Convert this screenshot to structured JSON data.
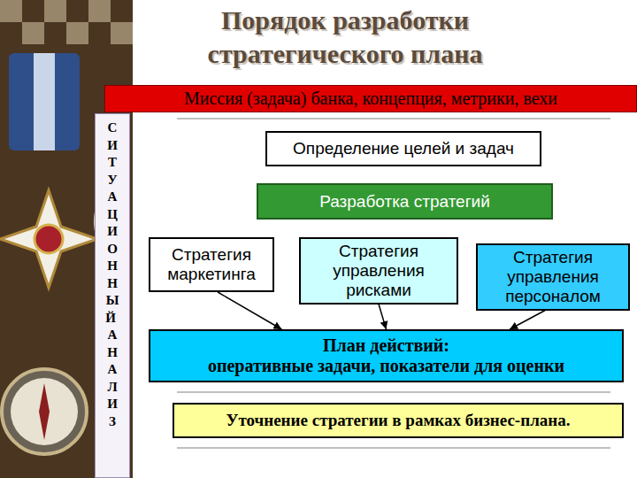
{
  "diagram": {
    "title": "Порядок разработки стратегического плана",
    "nodes": [
      {
        "text": [
          "Миссия (задача) банка, концепция, метрики, вехи"
        ]
      },
      {
        "text": [
          "СИТУАЦИОННЫЙ АНАЛИЗ"
        ]
      },
      {
        "text": [
          "Определение целей и задач"
        ]
      },
      {
        "text": [
          "Разработка стратегий"
        ]
      },
      {
        "text": [
          "Стратегия маркетинга"
        ]
      },
      {
        "text": [
          "Стратегия управления рисками"
        ]
      },
      {
        "text": [
          "Стратегия управления персоналом"
        ]
      },
      {
        "text": [
          "План действий:",
          "оперативные задачи, показатели для оценки"
        ]
      },
      {
        "text": [
          "Уточнение стратегии в рамках бизнес-плана."
        ]
      }
    ],
    "edges": [
      {
        "from": 4,
        "to": 7,
        "arrow": "to"
      },
      {
        "from": 5,
        "to": 7,
        "arrow": "to"
      },
      {
        "from": 6,
        "to": 7,
        "arrow": "to"
      }
    ]
  }
}
